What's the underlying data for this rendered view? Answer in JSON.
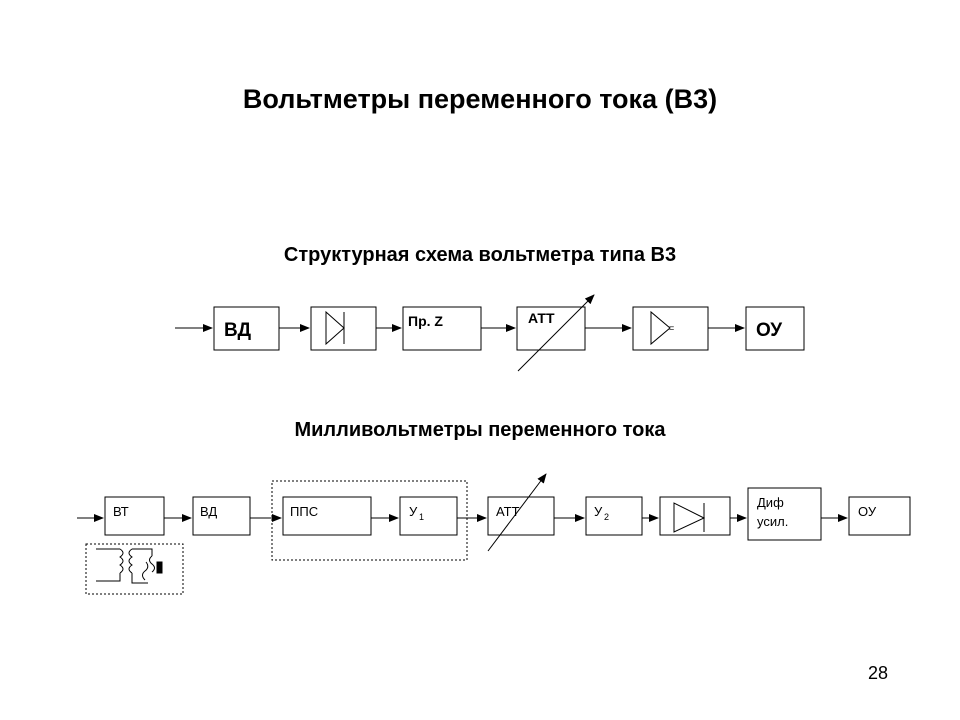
{
  "title": "Вольтметры переменного тока  (В3)",
  "diagram1": {
    "heading": "Структурная схема вольтметра типа В3",
    "blocks": {
      "vd": "ВД",
      "prz": "Пр. Z",
      "att": "АТТ",
      "ou": "ОУ"
    },
    "amp_sign": "="
  },
  "diagram2": {
    "heading": "Милливольтметры переменного тока",
    "blocks": {
      "vt": "ВТ",
      "vd": "ВД",
      "pps": "ППС",
      "u1": "У",
      "u1_sub": "1",
      "att": "АТТ",
      "u2": "У",
      "u2_sub": "2",
      "dif_line1": "Диф",
      "dif_line2": "усил.",
      "ou": "ОУ"
    }
  },
  "page_number": "28"
}
